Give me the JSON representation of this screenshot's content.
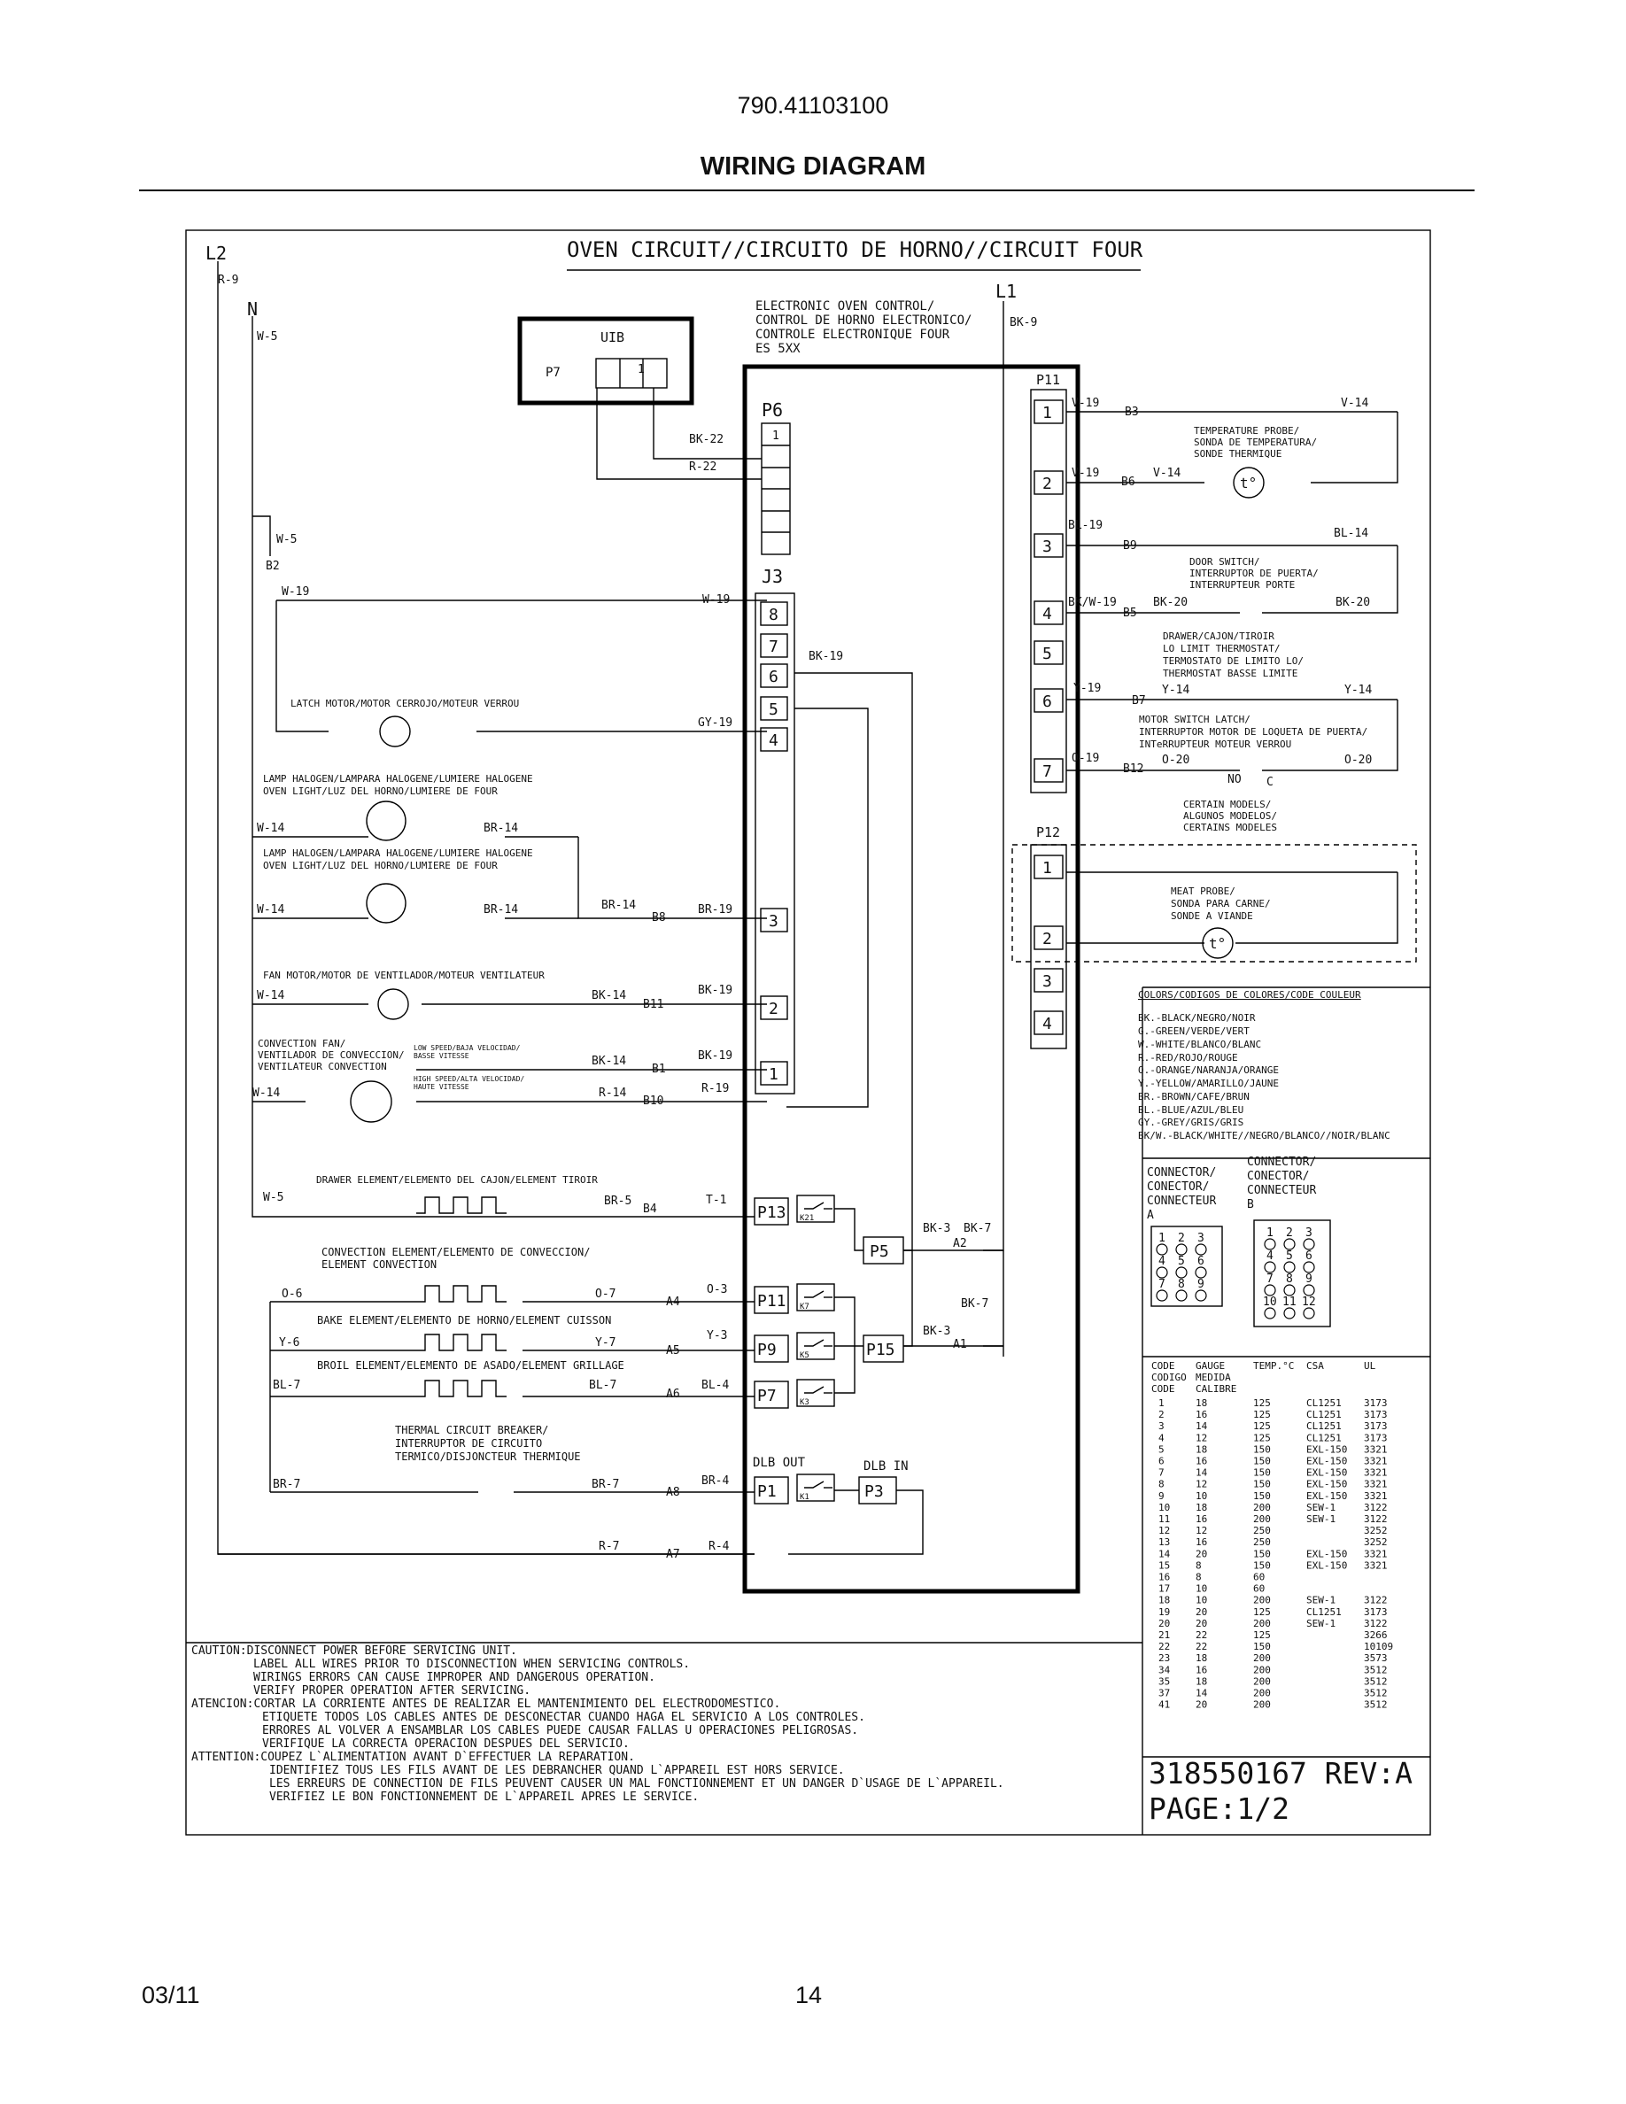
{
  "header": {
    "model_number": "790.41103100",
    "title": "WIRING DIAGRAM"
  },
  "footer": {
    "date": "03/11",
    "page_number": "14"
  },
  "diagram": {
    "heading": "OVEN CIRCUIT//CIRCUITO DE HORNO//CIRCUIT FOUR",
    "boxed_labels": [
      "L2",
      "N",
      "L1"
    ],
    "uib": {
      "title": "UIB",
      "plug": "P7",
      "pin": "1"
    },
    "control": {
      "title_lines": [
        "ELECTRONIC OVEN CONTROL/",
        "CONTROL DE HORNO ELECTRONICO/",
        "CONTROLE ELECTRONIQUE FOUR",
        "ES 5XX"
      ],
      "connectors": [
        "P6",
        "J3",
        "P11",
        "P12"
      ],
      "p6_pin": "1",
      "j3_pins": [
        "8",
        "7",
        "6",
        "5",
        "4",
        "3",
        "2",
        "1"
      ],
      "p11_pins": [
        "1",
        "2",
        "3",
        "4",
        "5",
        "6",
        "7"
      ],
      "p12_pins": [
        "1",
        "2",
        "3",
        "4"
      ],
      "relays": [
        "P13",
        "P11",
        "P9",
        "P7",
        "P1",
        "P5",
        "P15",
        "P3"
      ],
      "relay_tags": [
        "K21",
        "K7",
        "K5",
        "K3",
        "K1"
      ],
      "dlb_out": "DLB OUT",
      "dlb_in": "DLB IN"
    },
    "wire_codes": [
      "R-9",
      "W-5",
      "BK-9",
      "BK-22",
      "R-22",
      "W-5",
      "B2",
      "W-19",
      "W-19",
      "BK-19",
      "GY-19",
      "W-14",
      "BR-14",
      "W-14",
      "BR-14",
      "BR-14",
      "B8",
      "BR-19",
      "W-14",
      "BK-14",
      "B11",
      "BK-19",
      "BK-14",
      "B1",
      "BK-19",
      "W-14",
      "R-14",
      "B10",
      "R-19",
      "W-5",
      "BR-5",
      "B4",
      "T-1",
      "BK-3",
      "A2",
      "BK-7",
      "O-6",
      "O-7",
      "A4",
      "O-3",
      "Y-6",
      "Y-7",
      "A5",
      "Y-3",
      "BK-7",
      "BK-3",
      "A1",
      "BL-7",
      "BL-7",
      "A6",
      "BL-4",
      "BR-7",
      "BR-7",
      "A8",
      "BR-4",
      "R-7",
      "A7",
      "R-4",
      "V-19",
      "B3",
      "V-14",
      "V-19",
      "B6",
      "V-14",
      "BL-19",
      "B9",
      "BL-14",
      "BK/W-19",
      "B5",
      "BK-20",
      "BK-20",
      "Y-19",
      "B7",
      "Y-14",
      "Y-14",
      "O-19",
      "B12",
      "O-20",
      "O-20"
    ],
    "terminals": [
      "NO",
      "C"
    ],
    "components": {
      "latch_motor": "LATCH MOTOR/MOTOR CERROJO/MOTEUR VERROU",
      "lamp_lines": [
        "LAMP HALOGEN/LAMPARA HALOGENE/LUMIERE HALOGENE",
        "OVEN LIGHT/LUZ DEL HORNO/LUMIERE DE FOUR"
      ],
      "fan_motor": "FAN MOTOR/MOTOR DE VENTILADOR/MOTEUR VENTILATEUR",
      "convection_fan_lines": [
        "CONVECTION FAN/",
        "VENTILADOR DE CONVECCION/",
        "VENTILATEUR CONVECTION"
      ],
      "low_speed_lines": [
        "LOW SPEED/BAJA VELOCIDAD/",
        "BASSE VITESSE"
      ],
      "high_speed_lines": [
        "HIGH SPEED/ALTA VELOCIDAD/",
        "HAUTE VITESSE"
      ],
      "drawer_element": "DRAWER ELEMENT/ELEMENTO DEL CAJON/ELEMENT TIROIR",
      "convection_element_lines": [
        "CONVECTION ELEMENT/ELEMENTO DE CONVECCION/",
        "ELEMENT CONVECTION"
      ],
      "bake_element": "BAKE ELEMENT/ELEMENTO DE HORNO/ELEMENT CUISSON",
      "broil_element": "BROIL ELEMENT/ELEMENTO DE ASADO/ELEMENT GRILLAGE",
      "thermal_breaker_lines": [
        "THERMAL CIRCUIT BREAKER/",
        "INTERRUPTOR DE CIRCUITO",
        "TERMICO/DISJONCTEUR THERMIQUE"
      ],
      "temp_probe_lines": [
        "TEMPERATURE PROBE/",
        "SONDA DE TEMPERATURA/",
        "SONDE THERMIQUE"
      ],
      "door_switch_lines": [
        "DOOR SWITCH/",
        "INTERRUPTOR DE PUERTA/",
        "INTERRUPTEUR PORTE"
      ],
      "drawer_thermostat_lines": [
        "DRAWER/CAJON/TIROIR",
        "LO LIMIT THERMOSTAT/",
        "TERMOSTATO DE LIMITO LO/",
        "THERMOSTAT BASSE LIMITE"
      ],
      "motor_switch_lines": [
        "MOTOR SWITCH LATCH/",
        "INTERRUPTOR MOTOR DE LOQUETA DE PUERTA/",
        "INTeRRUPTEUR MOTEUR VERROU"
      ],
      "certain_models_lines": [
        "CERTAIN MODELS/",
        "ALGUNOS MODELOS/",
        "CERTAINS MODELES"
      ],
      "meat_probe_lines": [
        "MEAT PROBE/",
        "SONDA PARA CARNE/",
        "SONDE A VIANDE"
      ],
      "probe_symbol": "t°"
    },
    "colors_legend": {
      "title": "COLORS/CODIGOS DE COLORES/CODE COULEUR",
      "entries": [
        "BK.-BLACK/NEGRO/NOIR",
        "G.-GREEN/VERDE/VERT",
        "W.-WHITE/BLANCO/BLANC",
        "R.-RED/ROJO/ROUGE",
        "O.-ORANGE/NARANJA/ORANGE",
        "Y.-YELLOW/AMARILLO/JAUNE",
        "BR.-BROWN/CAFE/BRUN",
        "BL.-BLUE/AZUL/BLEU",
        "GY.-GREY/GRIS/GRIS",
        "BK/W.-BLACK/WHITE//NEGRO/BLANCO//NOIR/BLANC"
      ]
    },
    "connector_a": {
      "label_lines": [
        "CONNECTOR/",
        "CONECTOR/",
        "CONNECTEUR",
        "A"
      ],
      "numbers": [
        "1",
        "2",
        "3",
        "4",
        "5",
        "6",
        "7",
        "8",
        "9"
      ]
    },
    "connector_b": {
      "label_lines": [
        "CONNECTOR/",
        "CONECTOR/",
        "CONNECTEUR",
        "B"
      ],
      "numbers": [
        "1",
        "2",
        "3",
        "4",
        "5",
        "6",
        "7",
        "8",
        "9",
        "10",
        "11",
        "12"
      ]
    },
    "gauge_table": {
      "header_lines": [
        [
          "CODE",
          "GAUGE",
          "TEMP.°C",
          "CSA",
          "UL"
        ],
        [
          "CODIGO",
          "MEDIDA",
          "",
          "",
          ""
        ],
        [
          "CODE",
          "CALIBRE",
          "",
          "",
          ""
        ]
      ],
      "rows": [
        [
          "1",
          "18",
          "125",
          "CL1251",
          "3173"
        ],
        [
          "2",
          "16",
          "125",
          "CL1251",
          "3173"
        ],
        [
          "3",
          "14",
          "125",
          "CL1251",
          "3173"
        ],
        [
          "4",
          "12",
          "125",
          "CL1251",
          "3173"
        ],
        [
          "5",
          "18",
          "150",
          "EXL-150",
          "3321"
        ],
        [
          "6",
          "16",
          "150",
          "EXL-150",
          "3321"
        ],
        [
          "7",
          "14",
          "150",
          "EXL-150",
          "3321"
        ],
        [
          "8",
          "12",
          "150",
          "EXL-150",
          "3321"
        ],
        [
          "9",
          "10",
          "150",
          "EXL-150",
          "3321"
        ],
        [
          "10",
          "18",
          "200",
          "SEW-1",
          "3122"
        ],
        [
          "11",
          "16",
          "200",
          "SEW-1",
          "3122"
        ],
        [
          "12",
          "12",
          "250",
          "",
          "3252"
        ],
        [
          "13",
          "16",
          "250",
          "",
          "3252"
        ],
        [
          "14",
          "20",
          "150",
          "EXL-150",
          "3321"
        ],
        [
          "15",
          "8",
          "150",
          "EXL-150",
          "3321"
        ],
        [
          "16",
          "8",
          "60",
          "",
          ""
        ],
        [
          "17",
          "10",
          "60",
          "",
          ""
        ],
        [
          "18",
          "10",
          "200",
          "SEW-1",
          "3122"
        ],
        [
          "19",
          "20",
          "125",
          "CL1251",
          "3173"
        ],
        [
          "20",
          "20",
          "200",
          "SEW-1",
          "3122"
        ],
        [
          "21",
          "22",
          "125",
          "",
          "3266"
        ],
        [
          "22",
          "22",
          "150",
          "",
          "10109"
        ],
        [
          "23",
          "18",
          "200",
          "",
          "3573"
        ],
        [
          "34",
          "16",
          "200",
          "",
          "3512"
        ],
        [
          "35",
          "18",
          "200",
          "",
          "3512"
        ],
        [
          "37",
          "14",
          "200",
          "",
          "3512"
        ],
        [
          "41",
          "20",
          "200",
          "",
          "3512"
        ]
      ]
    },
    "caution_lines": [
      "CAUTION:DISCONNECT POWER BEFORE SERVICING UNIT.",
      "LABEL ALL WIRES PRIOR TO DISCONNECTION WHEN SERVICING CONTROLS.",
      "WIRINGS ERRORS CAN CAUSE IMPROPER AND DANGEROUS OPERATION.",
      "VERIFY PROPER OPERATION AFTER SERVICING.",
      "ATENCION:CORTAR LA CORRIENTE ANTES DE REALIZAR EL MANTENIMIENTO DEL ELECTRODOMESTICO.",
      "ETIQUETE TODOS LOS CABLES ANTES DE DESCONECTAR CUANDO HAGA EL SERVICIO A LOS CONTROLES.",
      "ERRORES AL VOLVER A ENSAMBLAR LOS CABLES PUEDE CAUSAR FALLAS U OPERACIONES PELIGROSAS.",
      "VERIFIQUE LA CORRECTA OPERACION DESPUES DEL SERVICIO.",
      "ATTENTION:COUPEZ L`ALIMENTATION AVANT D`EFFECTUER LA REPARATION.",
      "IDENTIFIEZ TOUS LES FILS AVANT DE LES DEBRANCHER QUAND L`APPAREIL EST HORS SERVICE.",
      "LES ERREURS DE CONNECTION DE FILS PEUVENT CAUSER UN MAL FONCTIONNEMENT ET UN DANGER D`USAGE DE L`APPAREIL.",
      "VERIFIEZ LE BON FONCTIONNEMENT DE L`APPAREIL APRES LE SERVICE."
    ],
    "part_number": "318550167 REV:A",
    "page_indicator": "PAGE:1/2"
  }
}
